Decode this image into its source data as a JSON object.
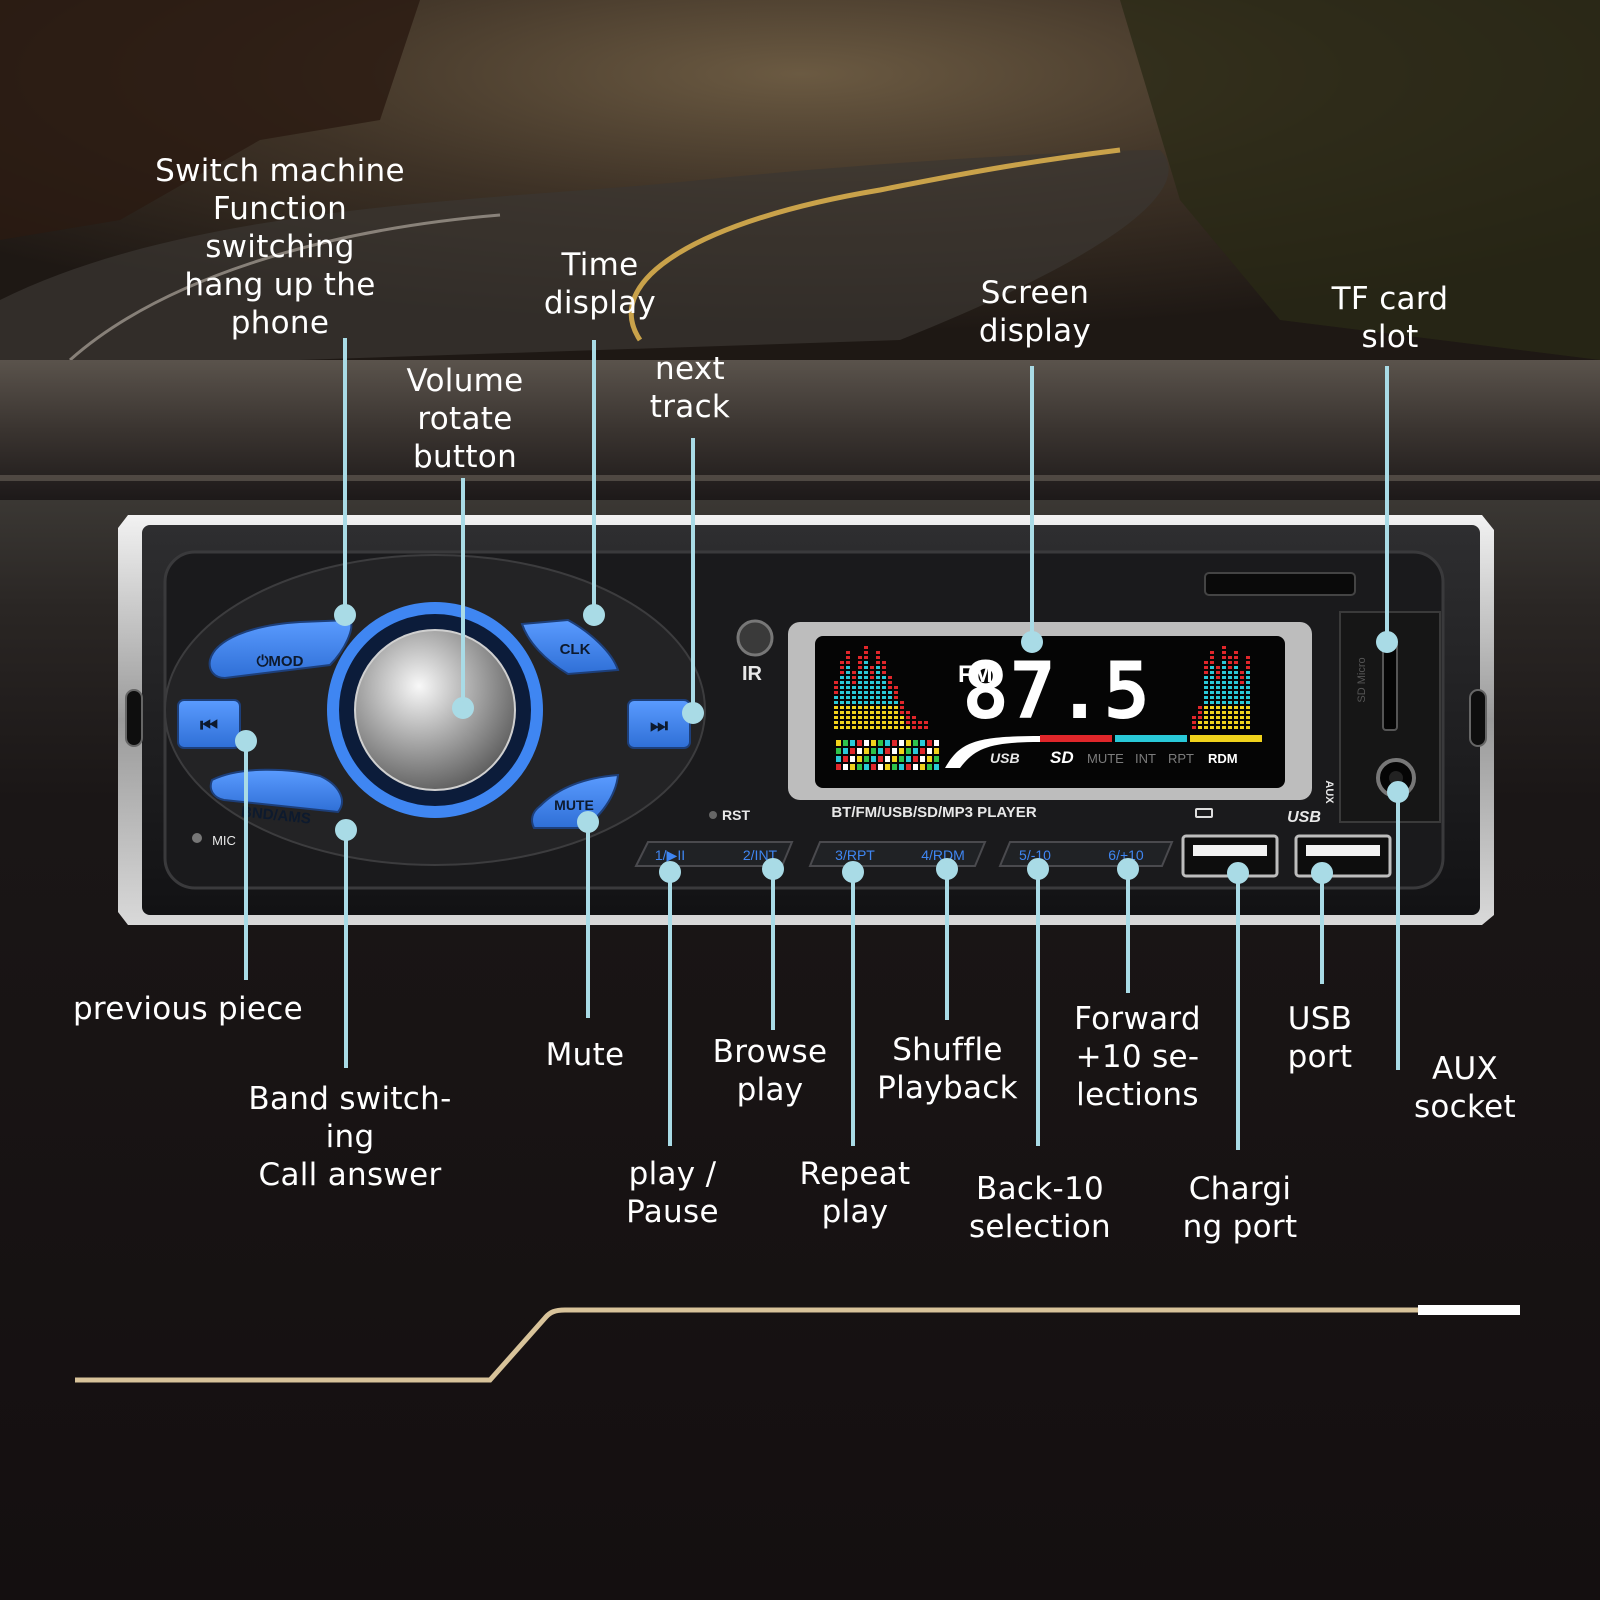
{
  "annotations": {
    "switch_machine": "Switch machine\nFunction\nswitching\nhang up the\nphone",
    "time_display": "Time\ndisplay",
    "volume": "Volume\nrotate\nbutton",
    "next_track": "next\ntrack",
    "screen_display": "Screen\ndisplay",
    "tf_card": "TF card\nslot",
    "previous_piece": "previous piece",
    "band_switch": "Band switch-\ning\nCall answer",
    "mute": "Mute",
    "play_pause": "play /\nPause",
    "browse_play": "Browse\nplay",
    "repeat_play": "Repeat\nplay",
    "shuffle": "Shuffle\nPlayback",
    "back10": "Back-10\nselection",
    "forward10": "Forward\n+10 se-\nlections",
    "charging": "Chargi\nng port",
    "usb_port": "USB\nport",
    "aux": "AUX\nsocket"
  },
  "radio": {
    "mod_label": "⏻MOD",
    "clk_label": "CLK",
    "bnd_label": "BND/AMS",
    "mute_label": "MUTE",
    "prev_icon": "⏮",
    "next_icon": "⏭",
    "ir_label": "IR",
    "rst_label": "RST",
    "mic_label": "MIC",
    "model_label": "BT/FM/USB/SD/MP3  PLAYER",
    "usb_label": "USB",
    "aux_vertical": "AUX",
    "sd_label": "SD Micro",
    "buttons": [
      "1/▶II",
      "2/INT",
      "3/RPT",
      "4/RDM",
      "5/-10",
      "6/+10"
    ]
  },
  "display": {
    "band": "FM",
    "frequency": "87.5",
    "usb_icon": "USB",
    "sd_icon": "SD",
    "indicators": [
      "MUTE",
      "INT",
      "RPT",
      "RDM"
    ]
  },
  "colors": {
    "accent_blue": "#3f86f2",
    "callout_line": "#a9dbe6",
    "road_line": "#d8c39a"
  }
}
